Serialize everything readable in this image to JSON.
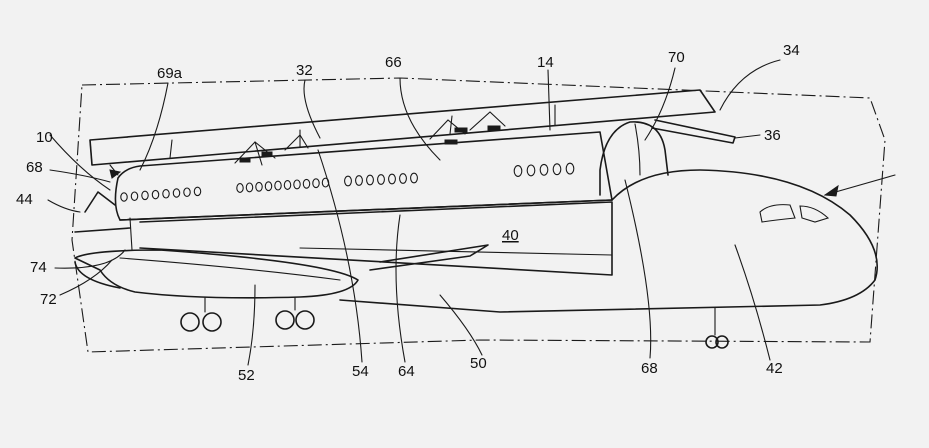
{
  "figure": {
    "reference_numerals": {
      "r69a": "69a",
      "r32": "32",
      "r66": "66",
      "r14": "14",
      "r70": "70",
      "r34": "34",
      "r36": "36",
      "r10": "10",
      "r68_left": "68",
      "r44": "44",
      "r40": "40",
      "r74": "74",
      "r72": "72",
      "r52": "52",
      "r54": "54",
      "r64": "64",
      "r50": "50",
      "r68_bottom": "68",
      "r42": "42"
    }
  }
}
